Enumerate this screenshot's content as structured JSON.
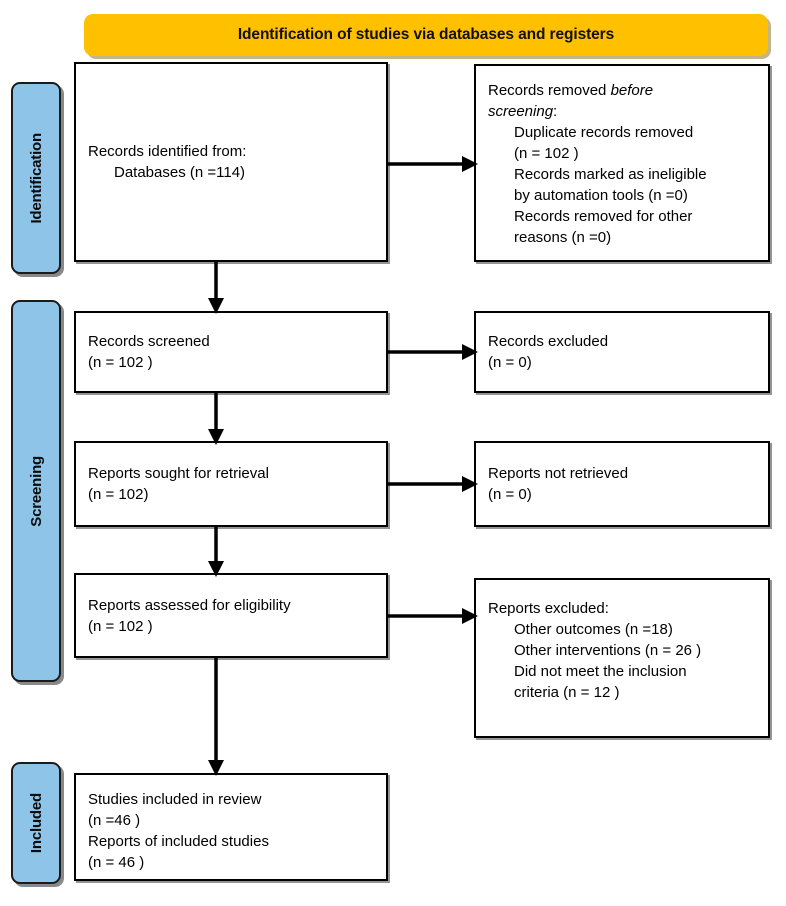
{
  "banner": {
    "title": "Identification of studies via databases and registers",
    "color": "#FFC000"
  },
  "stages": {
    "tab_color": "#8FC4E9",
    "identification": "Identification",
    "screening": "Screening",
    "included": "Included"
  },
  "boxes": {
    "identified": {
      "line1": "Records identified from:",
      "line2": "Databases (n =114)"
    },
    "removed": {
      "line1_a": "Records removed ",
      "line1_b": "before",
      "line2_a": "screening",
      "line2_b": ":",
      "line3": "Duplicate records removed",
      "line4": "(n = 102 )",
      "line5": "Records marked as ineligible",
      "line6": "by automation tools (n =0)",
      "line7": "Records removed for other",
      "line8": "reasons (n =0)"
    },
    "screened": {
      "line1": "Records screened",
      "line2": "(n = 102 )"
    },
    "excluded": {
      "line1": "Records excluded",
      "line2": "(n = 0)"
    },
    "sought": {
      "line1": "Reports sought for retrieval",
      "line2": "(n = 102)"
    },
    "not_retrieved": {
      "line1": "Reports not retrieved",
      "line2": "(n = 0)"
    },
    "assessed": {
      "line1": "Reports assessed for eligibility",
      "line2": "(n = 102 )"
    },
    "reports_excluded": {
      "line1": "Reports excluded:",
      "line2": "Other outcomes (n =18)",
      "line3": "Other interventions (n = 26 )",
      "line4": "Did not meet the inclusion",
      "line5": "criteria (n = 12 )"
    },
    "included": {
      "line1": "Studies included in review",
      "line2": "(n =46 )",
      "line3": "Reports of included studies",
      "line4": "(n = 46 )"
    }
  }
}
